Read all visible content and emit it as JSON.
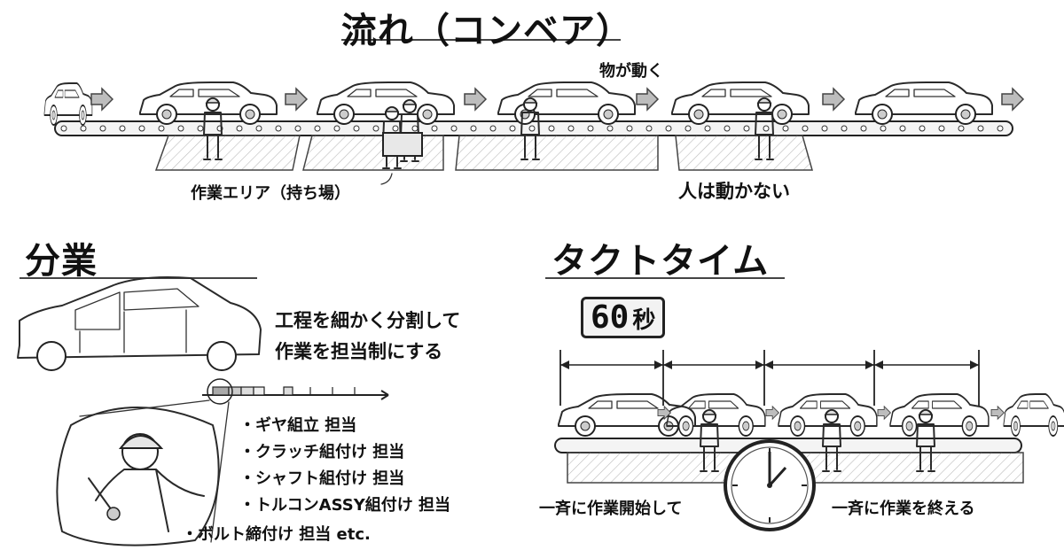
{
  "flow": {
    "title": "流れ（コンベア）",
    "moving_label": "物が動く",
    "work_area_label": "作業エリア（持ち場）",
    "people_static_label": "人は動かない"
  },
  "division": {
    "title": "分業",
    "description_line1": "工程を細かく分割して",
    "description_line2": "作業を担当制にする",
    "tasks": [
      "・ギヤ組立 担当",
      "・クラッチ組付け 担当",
      "・シャフト組付け 担当",
      "・トルコンASSY組付け 担当",
      "・ボルト締付け 担当 etc."
    ]
  },
  "takt": {
    "title": "タクトタイム",
    "timer_value": "60",
    "timer_unit": "秒",
    "start_label": "一斉に作業開始して",
    "end_label": "一斉に作業を終える"
  }
}
